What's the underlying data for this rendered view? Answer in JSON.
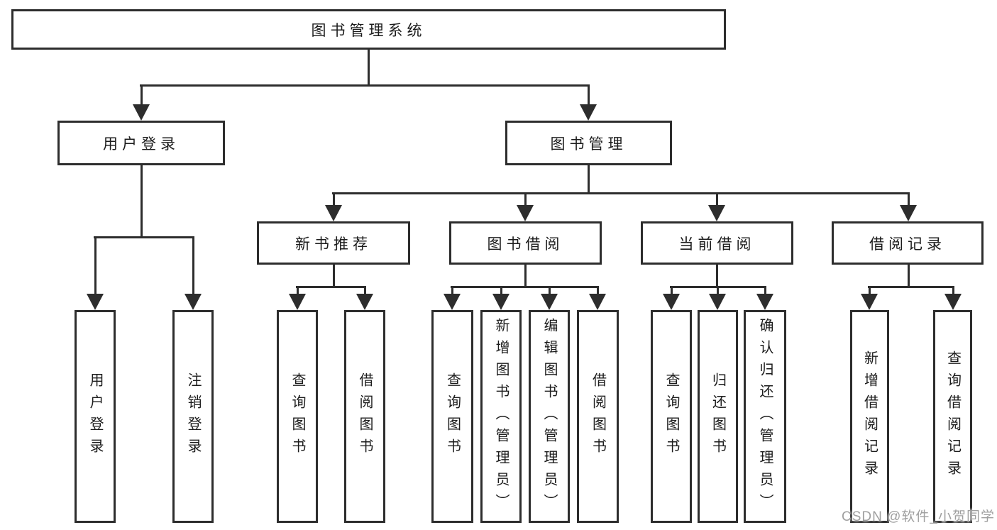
{
  "diagram": {
    "root": {
      "label": "图书管理系统"
    },
    "level2": [
      {
        "label": "用户登录"
      },
      {
        "label": "图书管理"
      }
    ],
    "level3": [
      {
        "label": "新书推荐"
      },
      {
        "label": "图书借阅"
      },
      {
        "label": "当前借阅"
      },
      {
        "label": "借阅记录"
      }
    ],
    "leaves": {
      "login": [
        {
          "label": "用户登录"
        },
        {
          "label": "注销登录"
        }
      ],
      "recommend": [
        {
          "label": "查询图书"
        },
        {
          "label": "借阅图书"
        }
      ],
      "borrow": [
        {
          "label": "查询图书"
        },
        {
          "label": "新增图书（管理员）"
        },
        {
          "label": "编辑图书（管理员）"
        },
        {
          "label": "借阅图书"
        }
      ],
      "current": [
        {
          "label": "查询图书"
        },
        {
          "label": "归还图书"
        },
        {
          "label": "确认归还（管理员）"
        }
      ],
      "records": [
        {
          "label": "新增借阅记录"
        },
        {
          "label": "查询借阅记录"
        }
      ]
    }
  },
  "watermark": {
    "text": "CSDN @软件_小贺同学"
  },
  "colors": {
    "line": "#2d2d2d",
    "box_border": "#2d2d2d",
    "text": "#1c1c1c",
    "watermark": "#9f9f9f",
    "background": "#ffffff"
  }
}
